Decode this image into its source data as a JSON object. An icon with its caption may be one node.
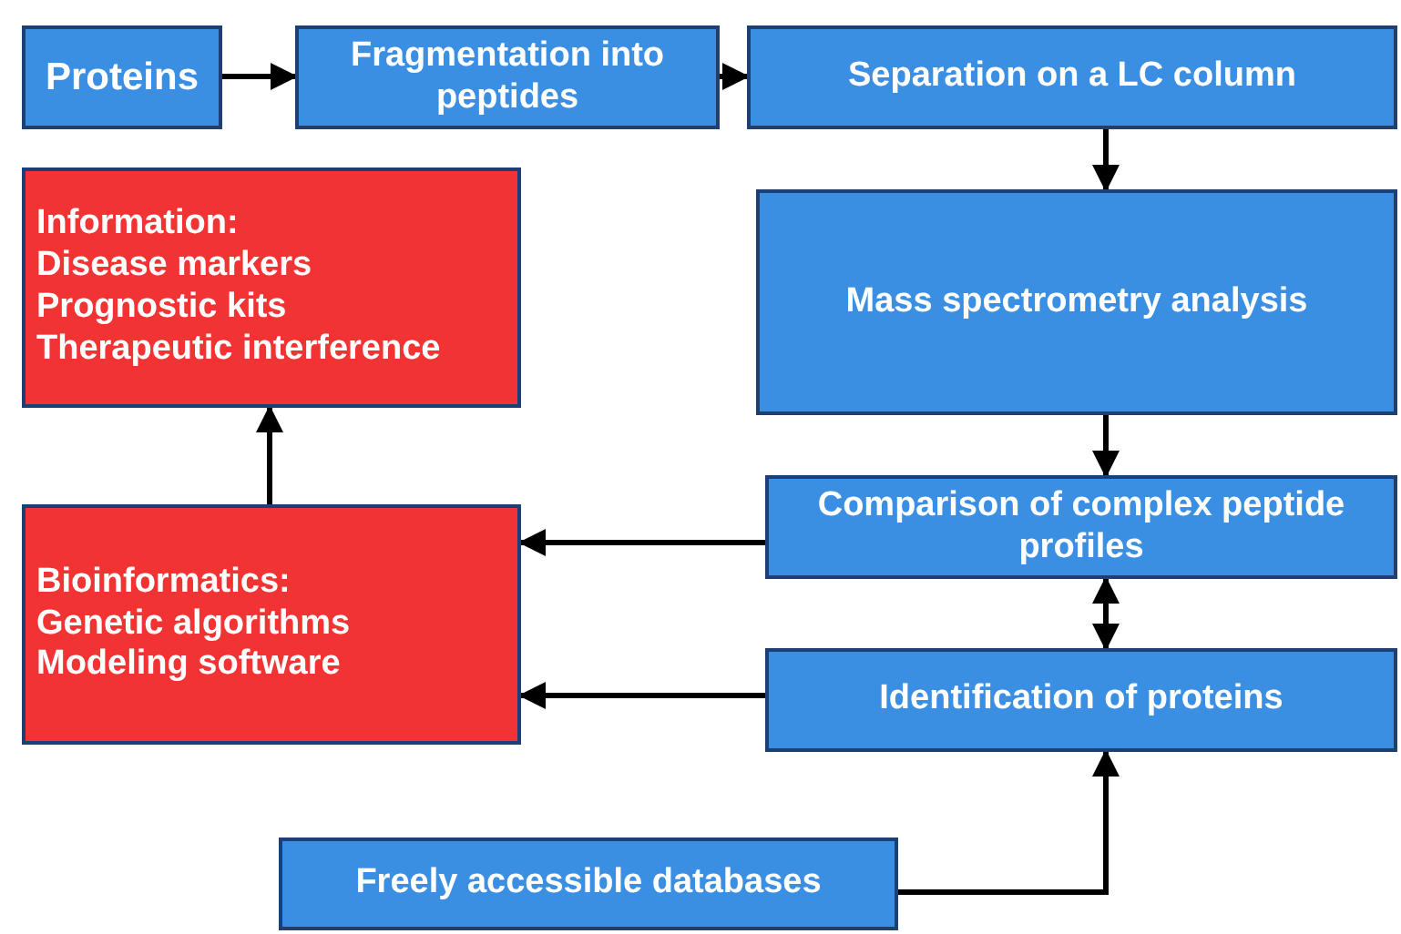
{
  "diagram": {
    "nodes": [
      {
        "text": [
          "Proteins"
        ]
      },
      {
        "text": [
          "Fragmentation into peptides"
        ]
      },
      {
        "text": [
          "Separation on a LC column"
        ]
      },
      {
        "text": [
          "Information:",
          "Disease markers",
          "Prognostic kits",
          "Therapeutic interference"
        ]
      },
      {
        "text": [
          "Mass spectrometry analysis"
        ]
      },
      {
        "text": [
          "Bioinformatics:",
          "Genetic algorithms",
          "Modeling software"
        ]
      },
      {
        "text": [
          "Comparison of complex peptide profiles"
        ]
      },
      {
        "text": [
          "Identification of proteins"
        ]
      },
      {
        "text": [
          "Freely accessible databases"
        ]
      }
    ],
    "edges": [
      {
        "from": 0,
        "to": 1,
        "arrow": "to"
      },
      {
        "from": 1,
        "to": 2,
        "arrow": "to"
      },
      {
        "from": 2,
        "to": 4,
        "arrow": "to"
      },
      {
        "from": 4,
        "to": 6,
        "arrow": "to"
      },
      {
        "from": 6,
        "to": 7,
        "arrow": "both"
      },
      {
        "from": 6,
        "to": 5,
        "arrow": "to"
      },
      {
        "from": 7,
        "to": 5,
        "arrow": "to"
      },
      {
        "from": 5,
        "to": 3,
        "arrow": "to"
      },
      {
        "from": 8,
        "to": 7,
        "arrow": "to"
      }
    ]
  }
}
